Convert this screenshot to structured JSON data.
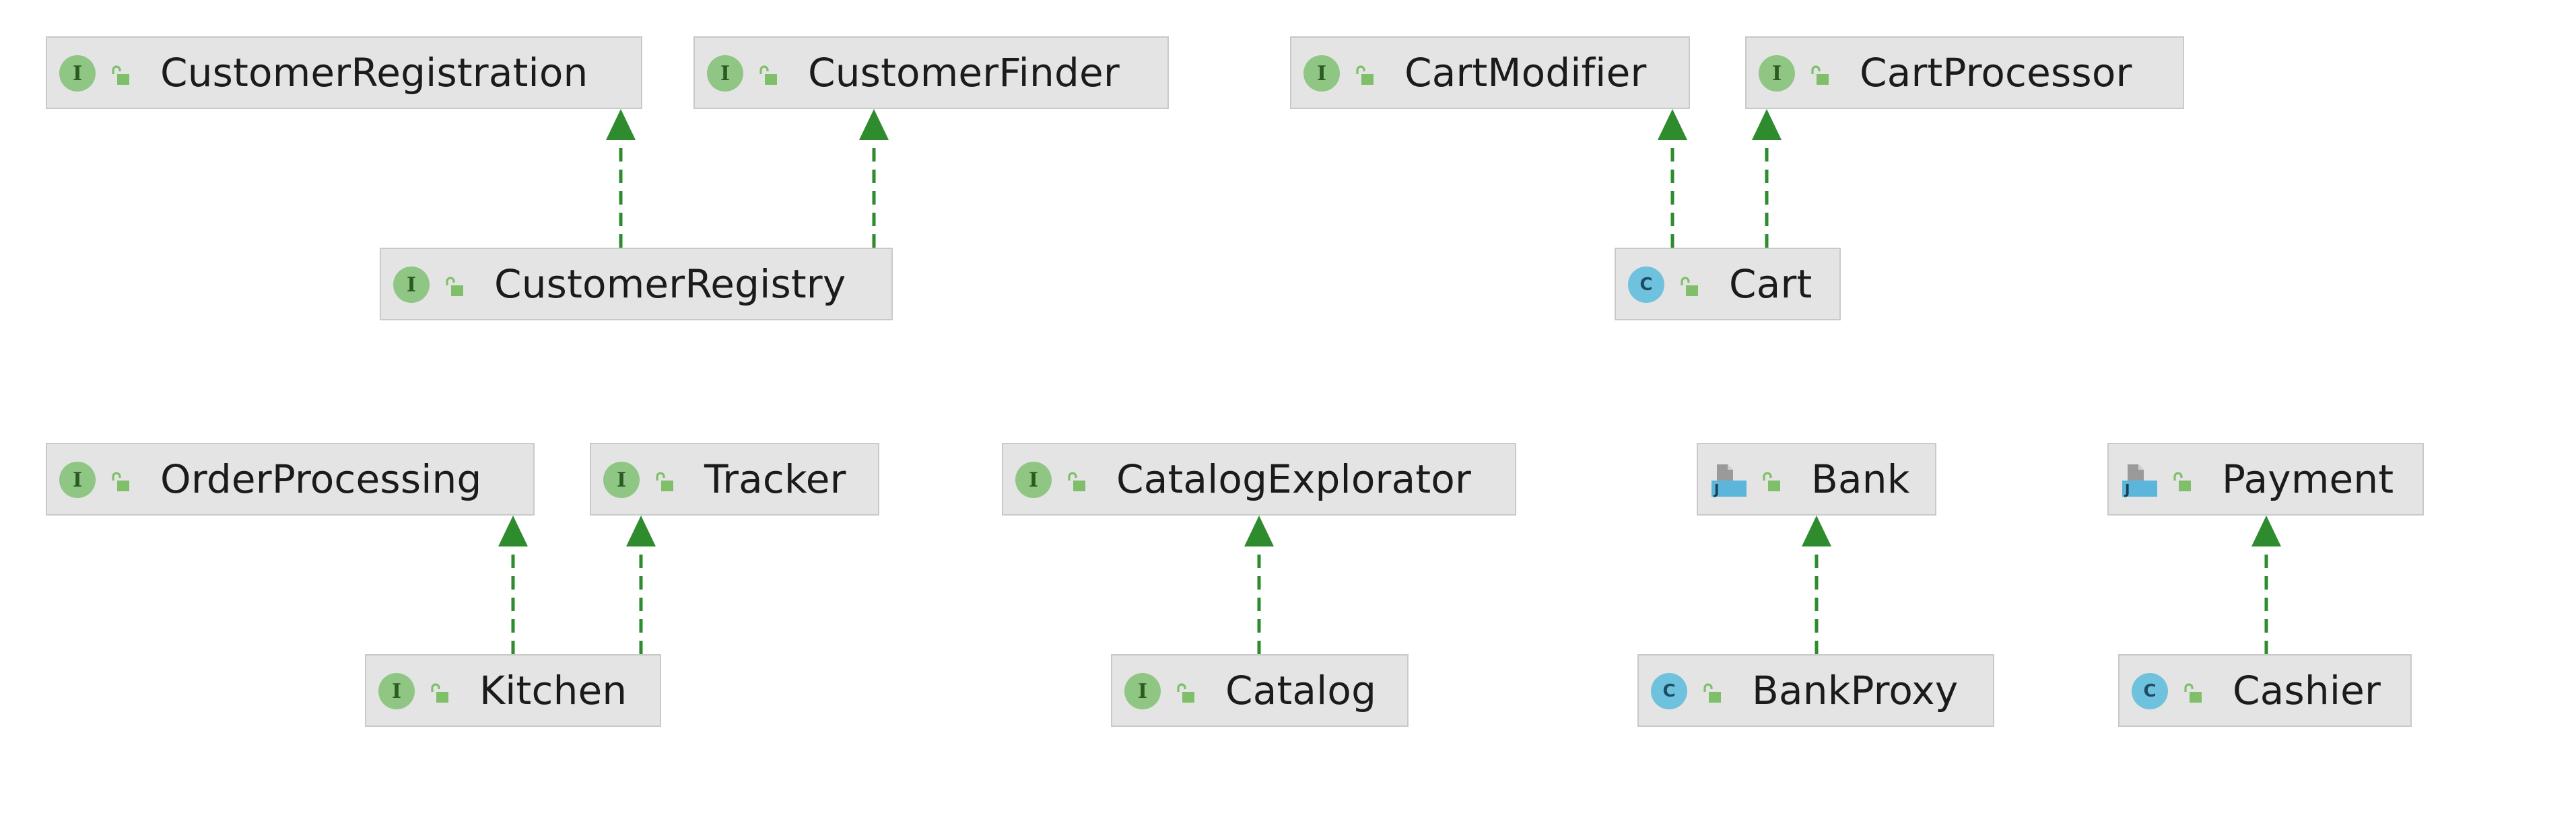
{
  "diagram": {
    "nodes": [
      {
        "id": "CustomerRegistration",
        "label": "CustomerRegistration",
        "kind": "interface",
        "kind_letter": "I",
        "access_icon": "open-lock-icon"
      },
      {
        "id": "CustomerFinder",
        "label": "CustomerFinder",
        "kind": "interface",
        "kind_letter": "I",
        "access_icon": "open-lock-icon"
      },
      {
        "id": "CartModifier",
        "label": "CartModifier",
        "kind": "interface",
        "kind_letter": "I",
        "access_icon": "open-lock-icon"
      },
      {
        "id": "CartProcessor",
        "label": "CartProcessor",
        "kind": "interface",
        "kind_letter": "I",
        "access_icon": "open-lock-icon"
      },
      {
        "id": "CustomerRegistry",
        "label": "CustomerRegistry",
        "kind": "interface",
        "kind_letter": "I",
        "access_icon": "open-lock-icon"
      },
      {
        "id": "Cart",
        "label": "Cart",
        "kind": "class",
        "kind_letter": "C",
        "access_icon": "open-lock-icon"
      },
      {
        "id": "OrderProcessing",
        "label": "OrderProcessing",
        "kind": "interface",
        "kind_letter": "I",
        "access_icon": "open-lock-icon"
      },
      {
        "id": "Tracker",
        "label": "Tracker",
        "kind": "interface",
        "kind_letter": "I",
        "access_icon": "open-lock-icon"
      },
      {
        "id": "CatalogExplorator",
        "label": "CatalogExplorator",
        "kind": "interface",
        "kind_letter": "I",
        "access_icon": "open-lock-icon"
      },
      {
        "id": "Bank",
        "label": "Bank",
        "kind": "java-interface",
        "kind_letter": "J",
        "access_icon": "open-lock-icon"
      },
      {
        "id": "Payment",
        "label": "Payment",
        "kind": "java-interface",
        "kind_letter": "J",
        "access_icon": "open-lock-icon"
      },
      {
        "id": "Kitchen",
        "label": "Kitchen",
        "kind": "interface",
        "kind_letter": "I",
        "access_icon": "open-lock-icon"
      },
      {
        "id": "Catalog",
        "label": "Catalog",
        "kind": "interface",
        "kind_letter": "I",
        "access_icon": "open-lock-icon"
      },
      {
        "id": "BankProxy",
        "label": "BankProxy",
        "kind": "class",
        "kind_letter": "C",
        "access_icon": "open-lock-icon"
      },
      {
        "id": "Cashier",
        "label": "Cashier",
        "kind": "class",
        "kind_letter": "C",
        "access_icon": "open-lock-icon"
      }
    ],
    "edges": [
      {
        "from": "CustomerRegistry",
        "to": "CustomerRegistration",
        "type": "implements"
      },
      {
        "from": "CustomerRegistry",
        "to": "CustomerFinder",
        "type": "implements"
      },
      {
        "from": "Cart",
        "to": "CartModifier",
        "type": "implements"
      },
      {
        "from": "Cart",
        "to": "CartProcessor",
        "type": "implements"
      },
      {
        "from": "Kitchen",
        "to": "OrderProcessing",
        "type": "implements"
      },
      {
        "from": "Kitchen",
        "to": "Tracker",
        "type": "implements"
      },
      {
        "from": "Catalog",
        "to": "CatalogExplorator",
        "type": "implements"
      },
      {
        "from": "BankProxy",
        "to": "Bank",
        "type": "implements"
      },
      {
        "from": "Cashier",
        "to": "Payment",
        "type": "implements"
      }
    ],
    "colors": {
      "interface_badge": "#8fc683",
      "class_badge": "#6ec2de",
      "lock_icon": "#7fbf6a",
      "edge": "#2e8b2e",
      "node_fill": "#e4e4e4",
      "node_border": "#c9c9c9"
    }
  }
}
